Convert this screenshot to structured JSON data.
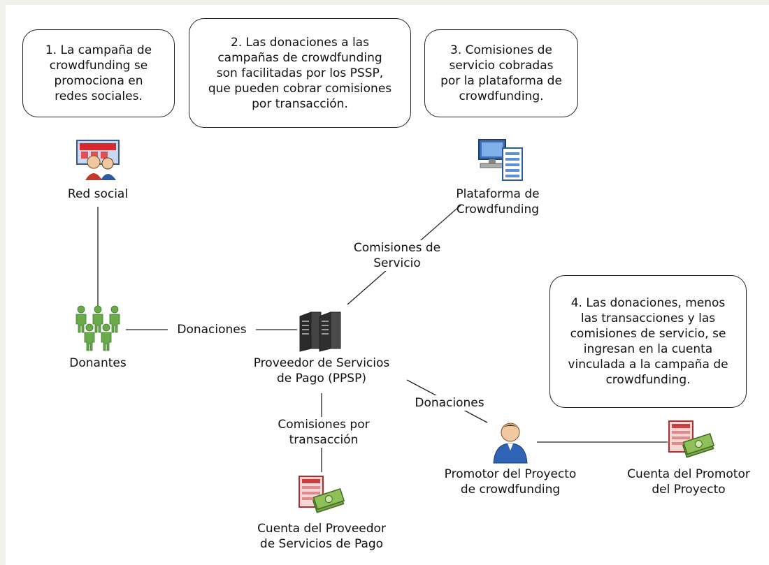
{
  "callouts": {
    "c1": "1. La campaña de\ncrowdfunding se\npromociona en\nredes sociales.",
    "c2": "2. Las donaciones a las\ncampañas de crowdfunding\nson facilitadas por los PSSP,\nque pueden cobrar comisiones\npor transacción.",
    "c3": "3. Comisiones de\nservicio cobradas\npor la plataforma de\ncrowdfunding.",
    "c4": "4. Las donaciones, menos\nlas transacciones y las\ncomisiones de servicio, se\ningresan en la cuenta\nvinculada a la campaña de\ncrowdfunding."
  },
  "nodes": {
    "red_social": "Red social",
    "plataforma": "Plataforma de\nCrowdfunding",
    "donantes": "Donantes",
    "ppsp": "Proveedor de Servicios\nde Pago (PPSP)",
    "cuenta_proveedor": "Cuenta del Proveedor\nde Servicios de Pago",
    "promotor": "Promotor del Proyecto\nde crowdfunding",
    "cuenta_promotor": "Cuenta del Promotor\ndel Proyecto"
  },
  "edge_labels": {
    "donaciones_1": "Donaciones",
    "comisiones_servicio": "Comisiones de\nServicio",
    "comisiones_transaccion": "Comisiones por\ntransacción",
    "donaciones_2": "Donaciones"
  },
  "icons": {
    "red_social": "social-network-icon",
    "plataforma": "computer-platform-icon",
    "donantes": "people-group-icon",
    "ppsp": "server-rack-icon",
    "cuenta_proveedor": "account-money-icon",
    "promotor": "user-person-icon",
    "cuenta_promotor": "account-money-icon"
  }
}
